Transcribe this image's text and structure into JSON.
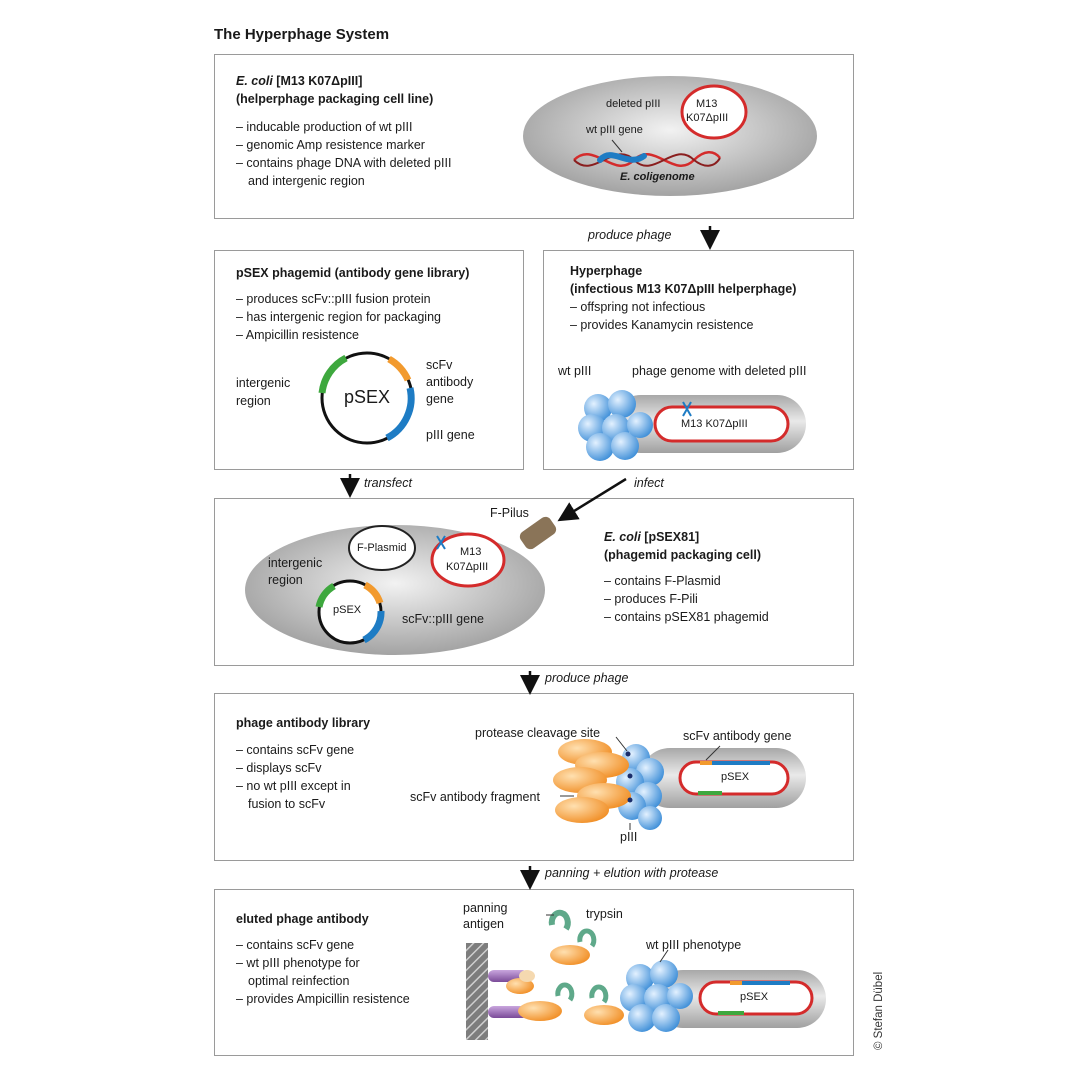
{
  "title": "The Hyperphage System",
  "colors": {
    "red": "#d42b2b",
    "blue": "#1e7cc4",
    "green": "#3ea83e",
    "orange": "#f29a2e",
    "purple": "#8a5aa8",
    "teal": "#5fa98a"
  },
  "box1": {
    "heading_italic": "E. coli",
    "heading_rest": " [M13 K07ΔpIII]",
    "heading2": "(helperphage packaging cell line)",
    "items": [
      "– inducable production of wt pIII",
      "– genomic Amp resistence marker",
      "– contains phage DNA with deleted pIII",
      "  and intergenic region"
    ],
    "labels": {
      "deleted": "deleted pIII",
      "wtgene": "wt pIII gene",
      "genome_italic": "E. coli",
      "genome_rest": "genome",
      "plasmid1": "M13",
      "plasmid2": "K07ΔpIII"
    }
  },
  "flow1": "produce phage",
  "box2": {
    "heading": "pSEX phagemid (antibody gene library)",
    "items": [
      "– produces scFv::pIII fusion protein",
      "– has intergenic region for packaging",
      "– Ampicillin resistence"
    ],
    "labels": {
      "center": "pSEX",
      "ig1": "intergenic",
      "ig2": "region",
      "scfv1": "scFv",
      "scfv2": "antibody",
      "scfv3": "gene",
      "piii": "pIII gene"
    }
  },
  "box3": {
    "heading": "Hyperphage",
    "heading2": "(infectious M13 K07ΔpIII helperphage)",
    "items": [
      "– offspring not infectious",
      "– provides Kanamycin resistence"
    ],
    "labels": {
      "wt": "wt pIII",
      "genome": "phage genome with deleted pIII",
      "inner": "M13 K07ΔpIII"
    }
  },
  "flow_transfect": "transfect",
  "flow_infect": "infect",
  "box4": {
    "heading_italic": "E. coli",
    "heading_rest": " [pSEX81]",
    "heading2": "(phagemid packaging cell)",
    "items": [
      "– contains F-Plasmid",
      "– produces F-Pili",
      "– contains pSEX81 phagemid"
    ],
    "labels": {
      "pilus": "F-Pilus",
      "fplasmid": "F-Plasmid",
      "m13a": "M13",
      "m13b": "K07ΔpIII",
      "ig1": "intergenic",
      "ig2": "region",
      "psex": "pSEX",
      "fusion": "scFv::pIII gene"
    }
  },
  "flow2": "produce phage",
  "box5": {
    "heading": "phage antibody library",
    "items": [
      "– contains scFv gene",
      "– displays scFv",
      "– no wt pIII except in",
      "  fusion to scFv"
    ],
    "labels": {
      "cleavage": "protease cleavage site",
      "gene": "scFv antibody gene",
      "fragment": "scFv antibody fragment",
      "piii": "pIII",
      "psex": "pSEX"
    }
  },
  "flow3": "panning + elution with protease",
  "box6": {
    "heading": "eluted phage antibody",
    "items": [
      "– contains scFv gene",
      "– wt pIII phenotype for",
      "  optimal reinfection",
      "– provides Ampicillin resistence"
    ],
    "labels": {
      "antigen1": "panning",
      "antigen2": "antigen",
      "trypsin": "trypsin",
      "phenotype": "wt pIII phenotype",
      "psex": "pSEX"
    }
  },
  "copyright": "© Stefan Dübel"
}
